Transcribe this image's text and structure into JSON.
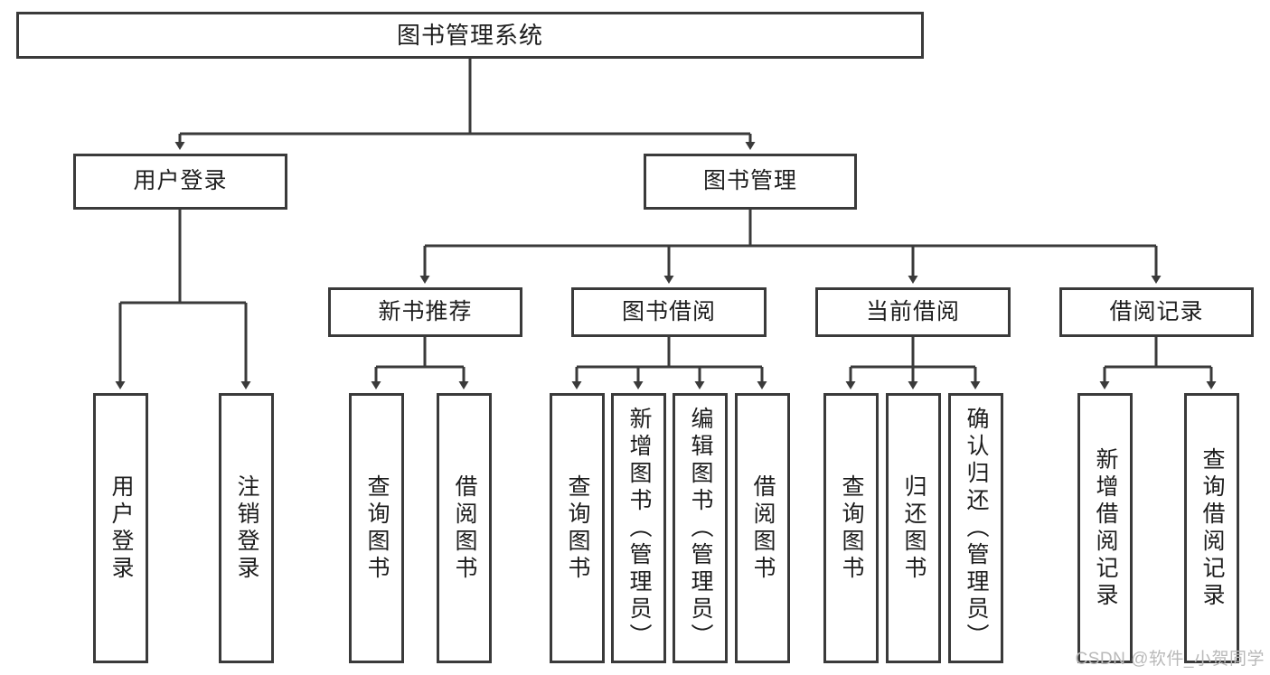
{
  "diagram": {
    "type": "tree-hierarchy",
    "title": "图书管理系统",
    "watermark": "CSDN @软件_小贺同学",
    "colors": {
      "box_border": "#3a3a3a",
      "box_fill": "#ffffff",
      "connector": "#3a3a3a",
      "text": "#1d1d1d",
      "watermark": "#b9b9b9"
    },
    "nodes": {
      "root": {
        "label": "图书管理系统",
        "level": 1
      },
      "user_login": {
        "label": "用户登录",
        "level": 2
      },
      "book_manage": {
        "label": "图书管理",
        "level": 2
      },
      "new_book_rec": {
        "label": "新书推荐",
        "level": 3
      },
      "book_borrow": {
        "label": "图书借阅",
        "level": 3
      },
      "current_borrow": {
        "label": "当前借阅",
        "level": 3
      },
      "borrow_record": {
        "label": "借阅记录",
        "level": 3
      },
      "leaf_user_login": {
        "label": "用户登录",
        "level": 4
      },
      "leaf_logout": {
        "label": "注销登录",
        "level": 4
      },
      "leaf_query_book_1": {
        "label": "查询图书",
        "level": 4
      },
      "leaf_borrow_book_1": {
        "label": "借阅图书",
        "level": 4
      },
      "leaf_query_book_2": {
        "label": "查询图书",
        "level": 4
      },
      "leaf_add_book": {
        "label": "新增图书（管理员）",
        "level": 4
      },
      "leaf_edit_book": {
        "label": "编辑图书（管理员）",
        "level": 4
      },
      "leaf_borrow_book_2": {
        "label": "借阅图书",
        "level": 4
      },
      "leaf_query_book_3": {
        "label": "查询图书",
        "level": 4
      },
      "leaf_return_book": {
        "label": "归还图书",
        "level": 4
      },
      "leaf_confirm_return": {
        "label": "确认归还（管理员）",
        "level": 4
      },
      "leaf_add_record": {
        "label": "新增借阅记录",
        "level": 4
      },
      "leaf_query_record": {
        "label": "查询借阅记录",
        "level": 4
      }
    },
    "edges": [
      {
        "from": "root",
        "to": "user_login"
      },
      {
        "from": "root",
        "to": "book_manage"
      },
      {
        "from": "user_login",
        "to": "leaf_user_login"
      },
      {
        "from": "user_login",
        "to": "leaf_logout"
      },
      {
        "from": "book_manage",
        "to": "new_book_rec"
      },
      {
        "from": "book_manage",
        "to": "book_borrow"
      },
      {
        "from": "book_manage",
        "to": "current_borrow"
      },
      {
        "from": "book_manage",
        "to": "borrow_record"
      },
      {
        "from": "new_book_rec",
        "to": "leaf_query_book_1"
      },
      {
        "from": "new_book_rec",
        "to": "leaf_borrow_book_1"
      },
      {
        "from": "book_borrow",
        "to": "leaf_query_book_2"
      },
      {
        "from": "book_borrow",
        "to": "leaf_add_book"
      },
      {
        "from": "book_borrow",
        "to": "leaf_edit_book"
      },
      {
        "from": "book_borrow",
        "to": "leaf_borrow_book_2"
      },
      {
        "from": "current_borrow",
        "to": "leaf_query_book_3"
      },
      {
        "from": "current_borrow",
        "to": "leaf_return_book"
      },
      {
        "from": "current_borrow",
        "to": "leaf_confirm_return"
      },
      {
        "from": "borrow_record",
        "to": "leaf_add_record"
      },
      {
        "from": "borrow_record",
        "to": "leaf_query_record"
      }
    ]
  }
}
